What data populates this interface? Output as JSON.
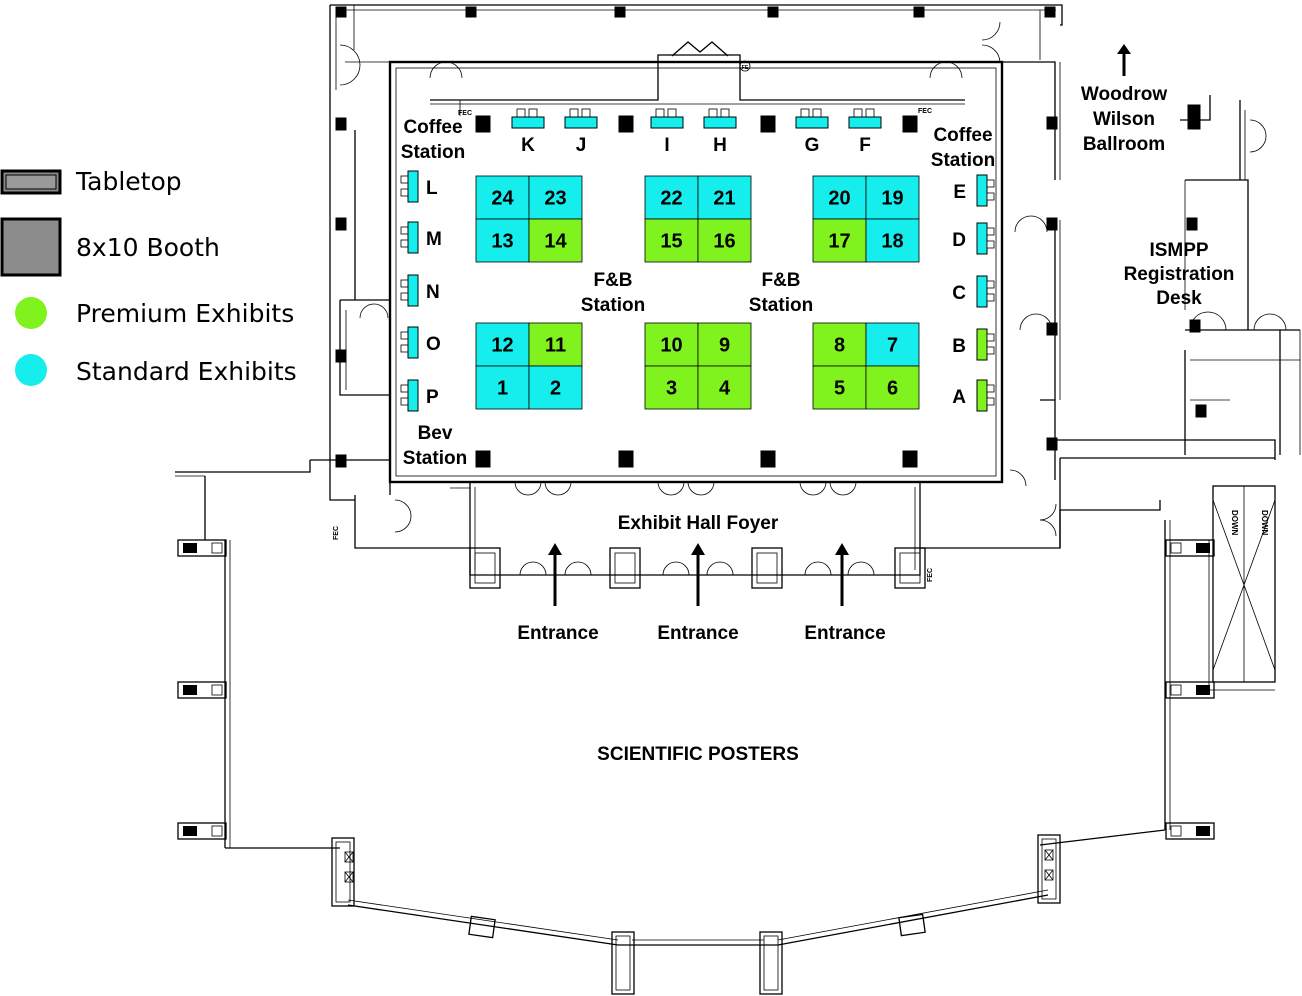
{
  "colors": {
    "premium": "#80f21e",
    "standard": "#16eeee",
    "tabletop_fill": "#8a8a8a",
    "booth_fill": "#8c8c8c"
  },
  "legend": {
    "tabletop": "Tabletop",
    "booth": "8x10 Booth",
    "premium": "Premium Exhibits",
    "standard": "Standard Exhibits"
  },
  "labels": {
    "coffee_left_1": "Coffee",
    "coffee_left_2": "Station",
    "coffee_right_1": "Coffee",
    "coffee_right_2": "Station",
    "bev_1": "Bev",
    "bev_2": "Station",
    "fb1_1": "F&B",
    "fb1_2": "Station",
    "fb2_1": "F&B",
    "fb2_2": "Station",
    "woodrow_1": "Woodrow",
    "woodrow_2": "Wilson",
    "woodrow_3": "Ballroom",
    "ismpp_1": "ISMPP",
    "ismpp_2": "Registration",
    "ismpp_3": "Desk",
    "foyer": "Exhibit Hall Foyer",
    "entrance": "Entrance",
    "posters": "SCIENTIFIC POSTERS",
    "fec": "FEC",
    "fe": "FE",
    "down": "DOWN"
  },
  "booths": [
    {
      "num": "24",
      "type": "standard"
    },
    {
      "num": "23",
      "type": "standard"
    },
    {
      "num": "13",
      "type": "standard"
    },
    {
      "num": "14",
      "type": "premium"
    },
    {
      "num": "22",
      "type": "standard"
    },
    {
      "num": "21",
      "type": "standard"
    },
    {
      "num": "15",
      "type": "premium"
    },
    {
      "num": "16",
      "type": "premium"
    },
    {
      "num": "20",
      "type": "standard"
    },
    {
      "num": "19",
      "type": "standard"
    },
    {
      "num": "17",
      "type": "premium"
    },
    {
      "num": "18",
      "type": "standard"
    },
    {
      "num": "12",
      "type": "standard"
    },
    {
      "num": "11",
      "type": "premium"
    },
    {
      "num": "1",
      "type": "standard"
    },
    {
      "num": "2",
      "type": "standard"
    },
    {
      "num": "10",
      "type": "premium"
    },
    {
      "num": "9",
      "type": "premium"
    },
    {
      "num": "3",
      "type": "premium"
    },
    {
      "num": "4",
      "type": "premium"
    },
    {
      "num": "8",
      "type": "premium"
    },
    {
      "num": "7",
      "type": "standard"
    },
    {
      "num": "5",
      "type": "premium"
    },
    {
      "num": "6",
      "type": "premium"
    }
  ],
  "tabletops_top": [
    {
      "letter": "K",
      "type": "standard"
    },
    {
      "letter": "J",
      "type": "standard"
    },
    {
      "letter": "I",
      "type": "standard"
    },
    {
      "letter": "H",
      "type": "standard"
    },
    {
      "letter": "G",
      "type": "standard"
    },
    {
      "letter": "F",
      "type": "standard"
    }
  ],
  "tabletops_left": [
    {
      "letter": "L",
      "type": "standard"
    },
    {
      "letter": "M",
      "type": "standard"
    },
    {
      "letter": "N",
      "type": "standard"
    },
    {
      "letter": "O",
      "type": "standard"
    },
    {
      "letter": "P",
      "type": "standard"
    }
  ],
  "tabletops_right": [
    {
      "letter": "E",
      "type": "standard"
    },
    {
      "letter": "D",
      "type": "standard"
    },
    {
      "letter": "C",
      "type": "standard"
    },
    {
      "letter": "B",
      "type": "premium"
    },
    {
      "letter": "A",
      "type": "premium"
    }
  ]
}
